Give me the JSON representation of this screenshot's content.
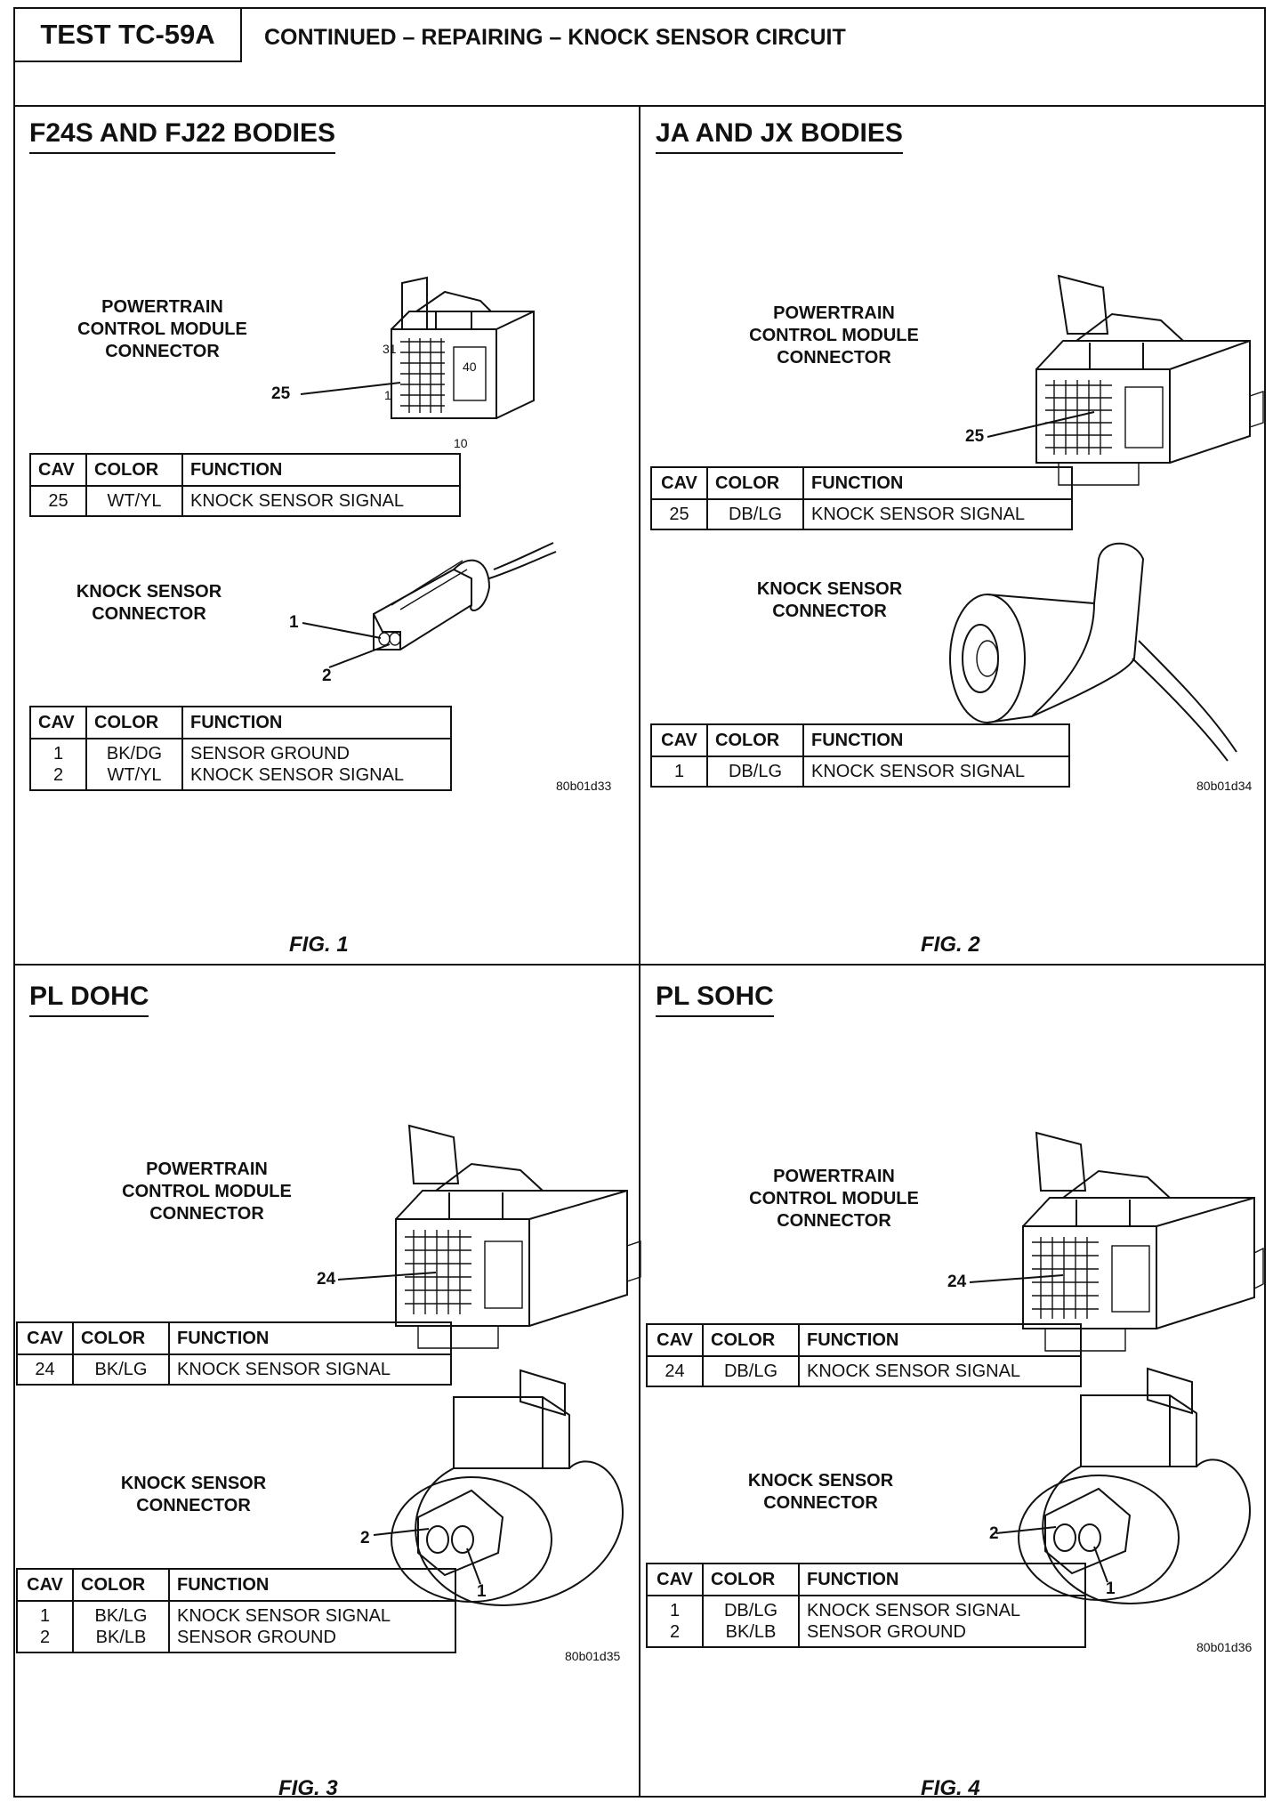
{
  "header": {
    "test": "TEST TC-59A",
    "title": "CONTINUED – REPAIRING – KNOCK SENSOR CIRCUIT"
  },
  "panels": [
    {
      "title": "F24S AND FJ22 BODIES",
      "pcm_label": [
        "POWERTRAIN",
        "CONTROL MODULE",
        "CONNECTOR"
      ],
      "pcm_callout": "25",
      "pcm_pins": [
        "31",
        "40",
        "1",
        "10"
      ],
      "pcm_table": {
        "headers": [
          "CAV",
          "COLOR",
          "FUNCTION"
        ],
        "rows": [
          [
            "25",
            "WT/YL",
            "KNOCK SENSOR SIGNAL"
          ]
        ]
      },
      "ks_label": [
        "KNOCK SENSOR",
        "CONNECTOR"
      ],
      "ks_callouts": [
        "1",
        "2"
      ],
      "ks_table": {
        "headers": [
          "CAV",
          "COLOR",
          "FUNCTION"
        ],
        "rows": [
          [
            "1\n2",
            "BK/DG\nWT/YL",
            "SENSOR GROUND\nKNOCK SENSOR SIGNAL"
          ]
        ]
      },
      "code": "80b01d33",
      "fig": "FIG. 1"
    },
    {
      "title": "JA AND JX BODIES",
      "pcm_label": [
        "POWERTRAIN",
        "CONTROL MODULE",
        "CONNECTOR"
      ],
      "pcm_callout": "25",
      "pcm_table": {
        "headers": [
          "CAV",
          "COLOR",
          "FUNCTION"
        ],
        "rows": [
          [
            "25",
            "DB/LG",
            "KNOCK SENSOR SIGNAL"
          ]
        ]
      },
      "ks_label": [
        "KNOCK SENSOR",
        "CONNECTOR"
      ],
      "ks_table": {
        "headers": [
          "CAV",
          "COLOR",
          "FUNCTION"
        ],
        "rows": [
          [
            "1",
            "DB/LG",
            "KNOCK SENSOR SIGNAL"
          ]
        ]
      },
      "code": "80b01d34",
      "fig": "FIG. 2"
    },
    {
      "title": "PL DOHC",
      "pcm_label": [
        "POWERTRAIN",
        "CONTROL MODULE",
        "CONNECTOR"
      ],
      "pcm_callout": "24",
      "pcm_table": {
        "headers": [
          "CAV",
          "COLOR",
          "FUNCTION"
        ],
        "rows": [
          [
            "24",
            "BK/LG",
            "KNOCK SENSOR SIGNAL"
          ]
        ]
      },
      "ks_label": [
        "KNOCK SENSOR",
        "CONNECTOR"
      ],
      "ks_callouts": [
        "2",
        "1"
      ],
      "ks_table": {
        "headers": [
          "CAV",
          "COLOR",
          "FUNCTION"
        ],
        "rows": [
          [
            "1\n2",
            "BK/LG\nBK/LB",
            "KNOCK SENSOR SIGNAL\nSENSOR GROUND"
          ]
        ]
      },
      "code": "80b01d35",
      "fig": "FIG. 3"
    },
    {
      "title": "PL SOHC",
      "pcm_label": [
        "POWERTRAIN",
        "CONTROL MODULE",
        "CONNECTOR"
      ],
      "pcm_callout": "24",
      "pcm_table": {
        "headers": [
          "CAV",
          "COLOR",
          "FUNCTION"
        ],
        "rows": [
          [
            "24",
            "DB/LG",
            "KNOCK SENSOR SIGNAL"
          ]
        ]
      },
      "ks_label": [
        "KNOCK SENSOR",
        "CONNECTOR"
      ],
      "ks_callouts": [
        "2",
        "1"
      ],
      "ks_table": {
        "headers": [
          "CAV",
          "COLOR",
          "FUNCTION"
        ],
        "rows": [
          [
            "1\n2",
            "DB/LG\nBK/LB",
            "KNOCK SENSOR SIGNAL\nSENSOR GROUND"
          ]
        ]
      },
      "code": "80b01d36",
      "fig": "FIG. 4"
    }
  ]
}
